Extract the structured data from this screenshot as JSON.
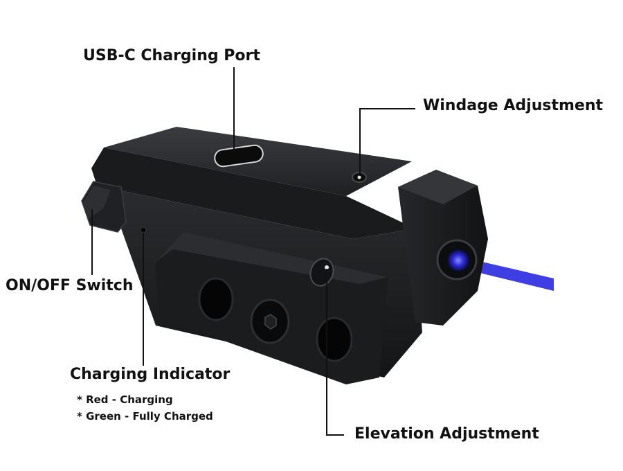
{
  "labels": {
    "usb_port": "USB-C Charging Port",
    "windage": "Windage Adjustment",
    "switch": "ON/OFF Switch",
    "indicator": "Charging Indicator",
    "indicator_red": "* Red - Charging",
    "indicator_green": "* Green - Fully Charged",
    "elevation": "Elevation Adjustment"
  },
  "colors": {
    "body": "#1c1d1f",
    "body_dark": "#0e0f10",
    "highlight": "#3a3c40",
    "laser": "#2929e0",
    "lens": "#2a2ad8",
    "leader": "#111111",
    "text": "#111111"
  }
}
